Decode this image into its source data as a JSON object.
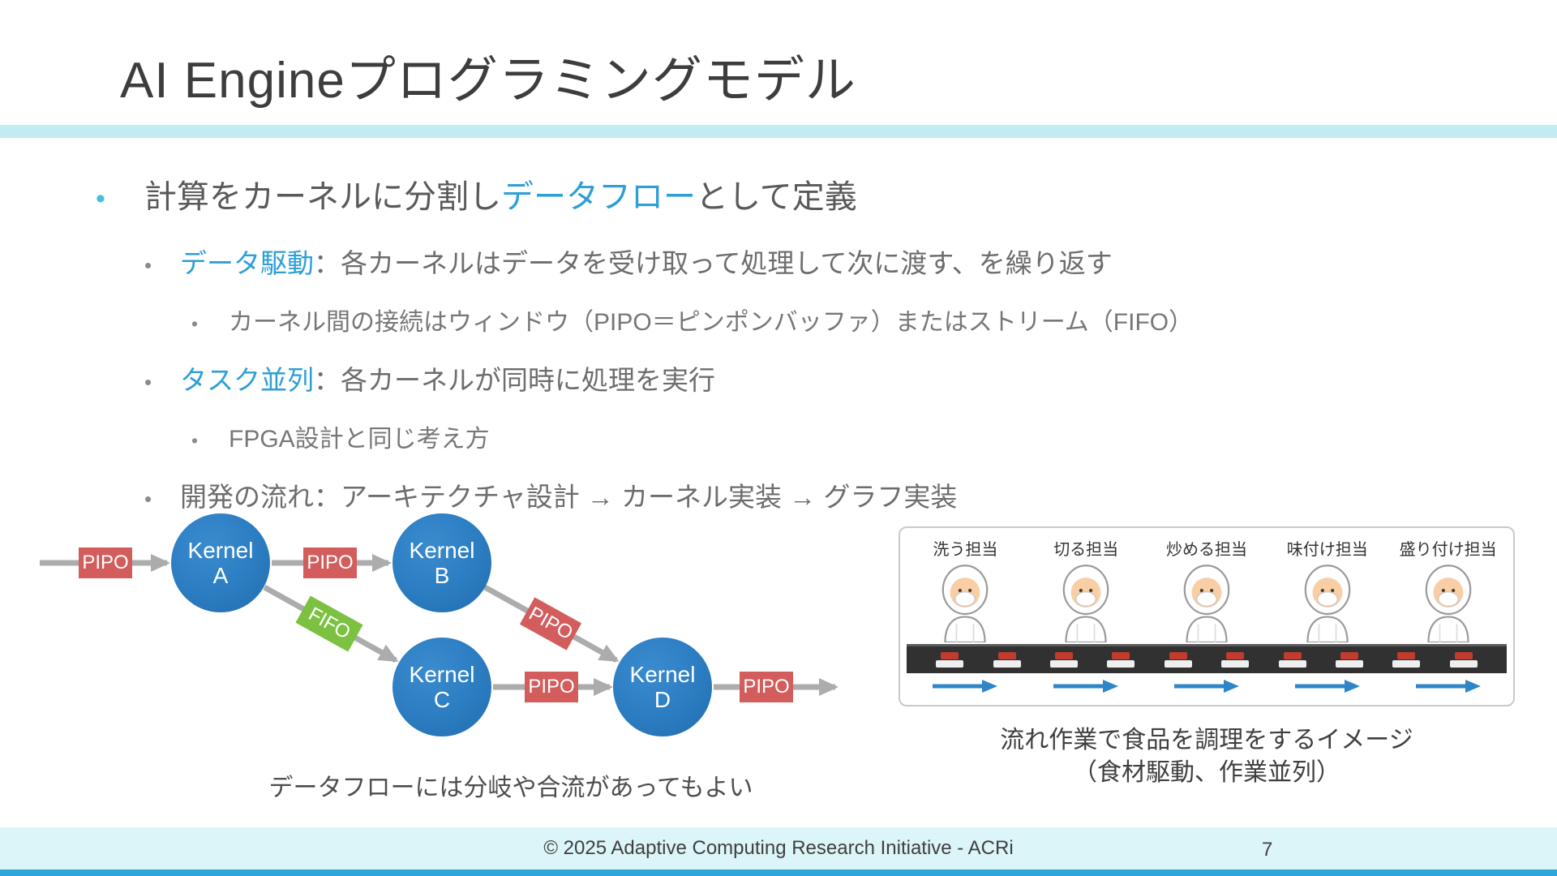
{
  "slide": {
    "title": "AI Engineプログラミングモデル",
    "footer_text": "© 2025 Adaptive Computing Research Initiative - ACRi",
    "page_number": "7"
  },
  "bullets": {
    "b1_pre": "計算をカーネルに分割し",
    "b1_em": "データフロー",
    "b1_post": "として定義",
    "b2_em": "データ駆動",
    "b2_text": "：各カーネルはデータを受け取って処理して次に渡す、を繰り返す",
    "b3_text": "カーネル間の接続はウィンドウ（PIPO＝ピンポンバッファ）またはストリーム（FIFO）",
    "b4_em": "タスク並列",
    "b4_text": "：各カーネルが同時に処理を実行",
    "b5_text": "FPGA設計と同じ考え方",
    "b6_text": "開発の流れ：アーキテクチャ設計 → カーネル実装 → グラフ実装"
  },
  "diagram": {
    "kernel_word": "Kernel",
    "kernels": [
      "A",
      "B",
      "C",
      "D"
    ],
    "pipo_label": "PIPO",
    "fifo_label": "FIFO",
    "caption": "データフローには分岐や合流があってもよい"
  },
  "illustration": {
    "workers": [
      "洗う担当",
      "切る担当",
      "炒める担当",
      "味付け担当",
      "盛り付け担当"
    ],
    "caption_line1": "流れ作業で食品を調理をするイメージ",
    "caption_line2": "（食材駆動、作業並列）"
  },
  "colors": {
    "accent_band": "#C1ECF1",
    "highlight_blue": "#2E9FD6",
    "kernel_blue": "#2B7CC1",
    "pipo_red": "#D35D5D",
    "fifo_green": "#7CC142",
    "arrow_gray": "#ACACAC",
    "belt_arrow_blue": "#2E86C8",
    "footer_band": "#DCF5F8",
    "footer_strip": "#2FA6D9"
  }
}
